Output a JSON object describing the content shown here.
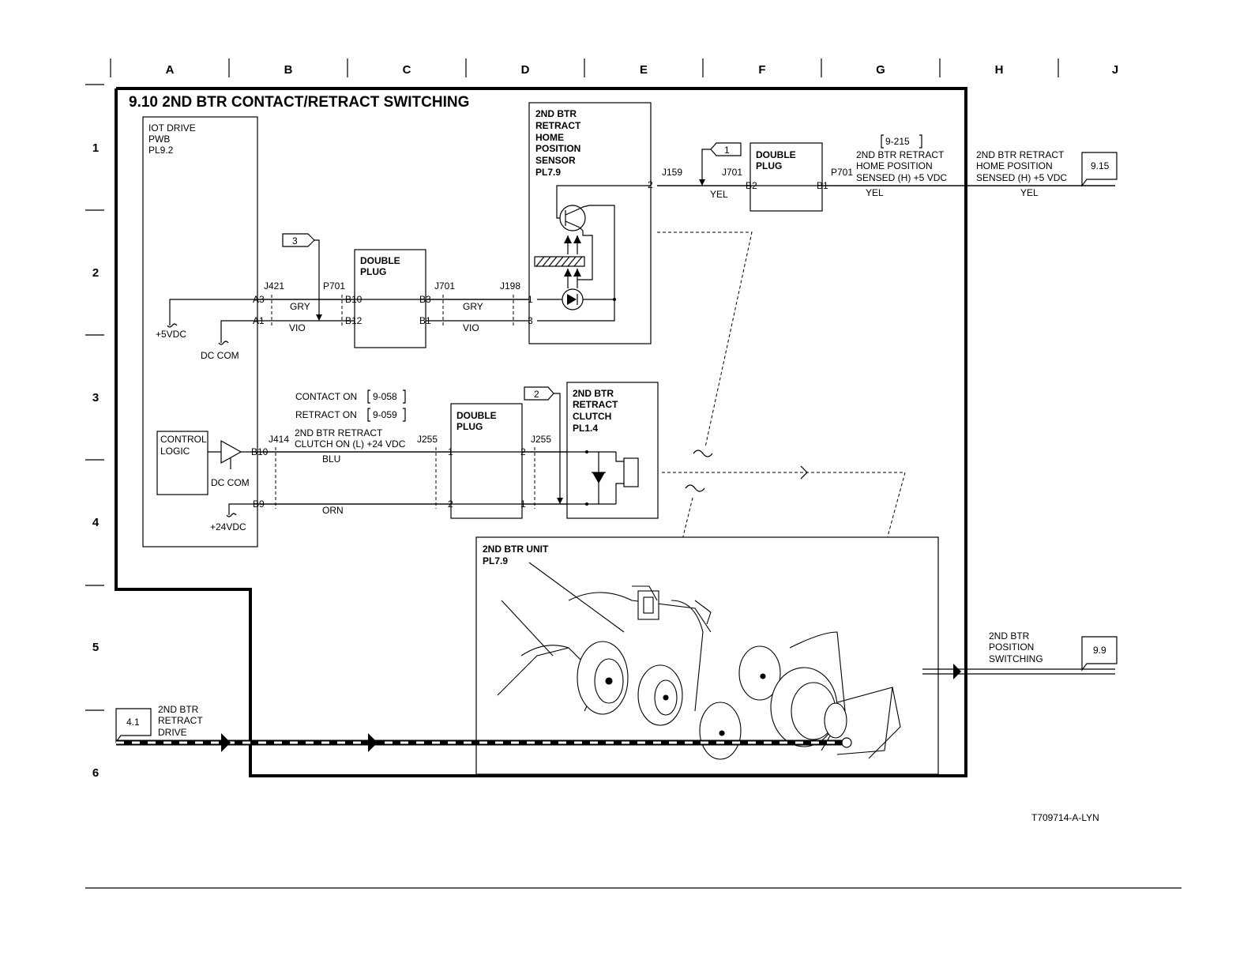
{
  "title": "9.10 2ND BTR CONTACT/RETRACT SWITCHING",
  "doc_id": "T709714-A-LYN",
  "grid": {
    "columns": [
      "A",
      "B",
      "C",
      "D",
      "E",
      "F",
      "G",
      "H",
      "J"
    ],
    "rows": [
      "1",
      "2",
      "3",
      "4",
      "5",
      "6"
    ]
  },
  "iot_drive": {
    "l1": "IOT DRIVE",
    "l2": "PWB",
    "l3": "PL9.2"
  },
  "control_logic": {
    "l1": "CONTROL",
    "l2": "LOGIC"
  },
  "power": {
    "p5v": "+5VDC",
    "dccom": "DC COM",
    "p24v": "+24VDC",
    "dccom2": "DC COM"
  },
  "pins": {
    "a3": "A3",
    "a1": "A1",
    "b10": "B10",
    "b9": "B9",
    "b10b": "B10",
    "b12": "B12",
    "b3": "B3",
    "b1": "B1",
    "s1": "1",
    "s2": "2",
    "s3": "3",
    "c1a": "1",
    "c2a": "2",
    "c1b": "1",
    "c2b": "2",
    "fb2": "B2",
    "fb1": "B1"
  },
  "connectors": {
    "j421": "J421",
    "p701": "P701",
    "j701": "J701",
    "j198": "J198",
    "j414": "J414",
    "j255a": "J255",
    "j255b": "J255",
    "j159": "J159",
    "j701b": "J701",
    "p701b": "P701"
  },
  "wires": {
    "gry1": "GRY",
    "vio1": "VIO",
    "gry2": "GRY",
    "vio2": "VIO",
    "blu": "BLU",
    "orn": "ORN",
    "yel1": "YEL",
    "yel2": "YEL",
    "yel3": "YEL"
  },
  "double_plug_1": {
    "l1": "DOUBLE",
    "l2": "PLUG"
  },
  "double_plug_2": {
    "l1": "DOUBLE",
    "l2": "PLUG"
  },
  "double_plug_3": {
    "l1": "DOUBLE",
    "l2": "PLUG"
  },
  "sensor": {
    "l1": "2ND BTR",
    "l2": "RETRACT",
    "l3": "HOME",
    "l4": "POSITION",
    "l5": "SENSOR",
    "l6": "PL7.9"
  },
  "clutch": {
    "l1": "2ND BTR",
    "l2": "RETRACT",
    "l3": "CLUTCH",
    "l4": "PL1.4"
  },
  "unit": {
    "l1": "2ND BTR UNIT",
    "l2": "PL7.9"
  },
  "signals": {
    "contact_on": "CONTACT ON",
    "contact_on_ref": "9-058",
    "retract_on": "RETRACT ON",
    "retract_on_ref": "9-059",
    "clutch_sig1": "2ND BTR RETRACT",
    "clutch_sig2": "CLUTCH ON (L) +24 VDC",
    "sense_ref": "9-215",
    "sense1_l1": "2ND BTR RETRACT",
    "sense1_l2": "HOME POSITION",
    "sense1_l3": "SENSED (H) +5 VDC",
    "sense2_l1": "2ND BTR RETRACT",
    "sense2_l2": "HOME POSITION",
    "sense2_l3": "SENSED (H) +5 VDC",
    "pos_l1": "2ND BTR",
    "pos_l2": "POSITION",
    "pos_l3": "SWITCHING",
    "drive_l1": "2ND BTR",
    "drive_l2": "RETRACT",
    "drive_l3": "DRIVE"
  },
  "flags": {
    "f1": "1",
    "f2": "2",
    "f3": "3"
  },
  "refs": {
    "r915": "9.15",
    "r99": "9.9",
    "r41": "4.1"
  }
}
